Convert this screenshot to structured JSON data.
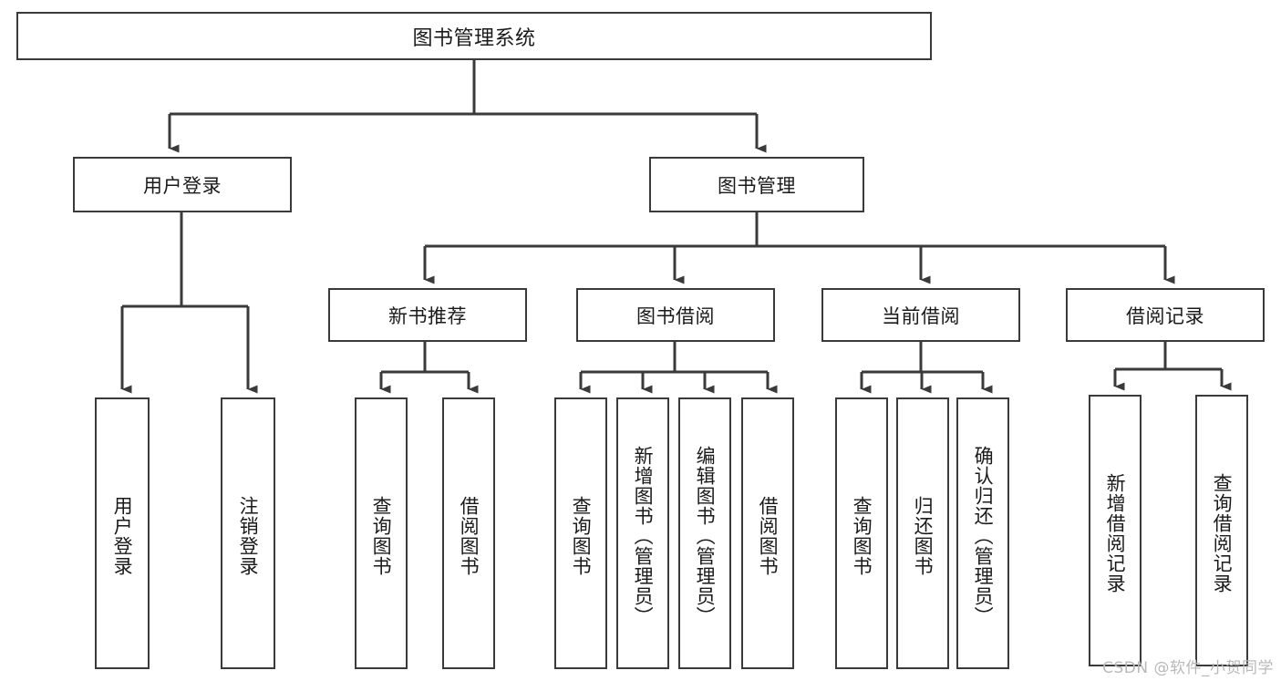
{
  "diagram": {
    "type": "tree",
    "title": "图书管理系统",
    "watermark": "CSDN @软件_小贺同学",
    "root": {
      "label": "图书管理系统"
    },
    "level1": [
      {
        "label": "用户登录"
      },
      {
        "label": "图书管理"
      }
    ],
    "level2": [
      {
        "label": "新书推荐"
      },
      {
        "label": "图书借阅"
      },
      {
        "label": "当前借阅"
      },
      {
        "label": "借阅记录"
      }
    ],
    "leaves": {
      "user_login": [
        {
          "label": "用户登录"
        },
        {
          "label": "注销登录"
        }
      ],
      "new_book_recommend": [
        {
          "label": "查询图书"
        },
        {
          "label": "借阅图书"
        }
      ],
      "book_borrow": [
        {
          "label": "查询图书"
        },
        {
          "label": "新增图书（管理员）"
        },
        {
          "label": "编辑图书（管理员）"
        },
        {
          "label": "借阅图书"
        }
      ],
      "current_borrow": [
        {
          "label": "查询图书"
        },
        {
          "label": "归还图书"
        },
        {
          "label": "确认归还（管理员）"
        }
      ],
      "borrow_record": [
        {
          "label": "新增借阅记录"
        },
        {
          "label": "查询借阅记录"
        }
      ]
    },
    "colors": {
      "border": "#3a3a3a",
      "background": "#ffffff",
      "text": "#1a1a1a",
      "watermark": "#b9b9b9"
    }
  }
}
